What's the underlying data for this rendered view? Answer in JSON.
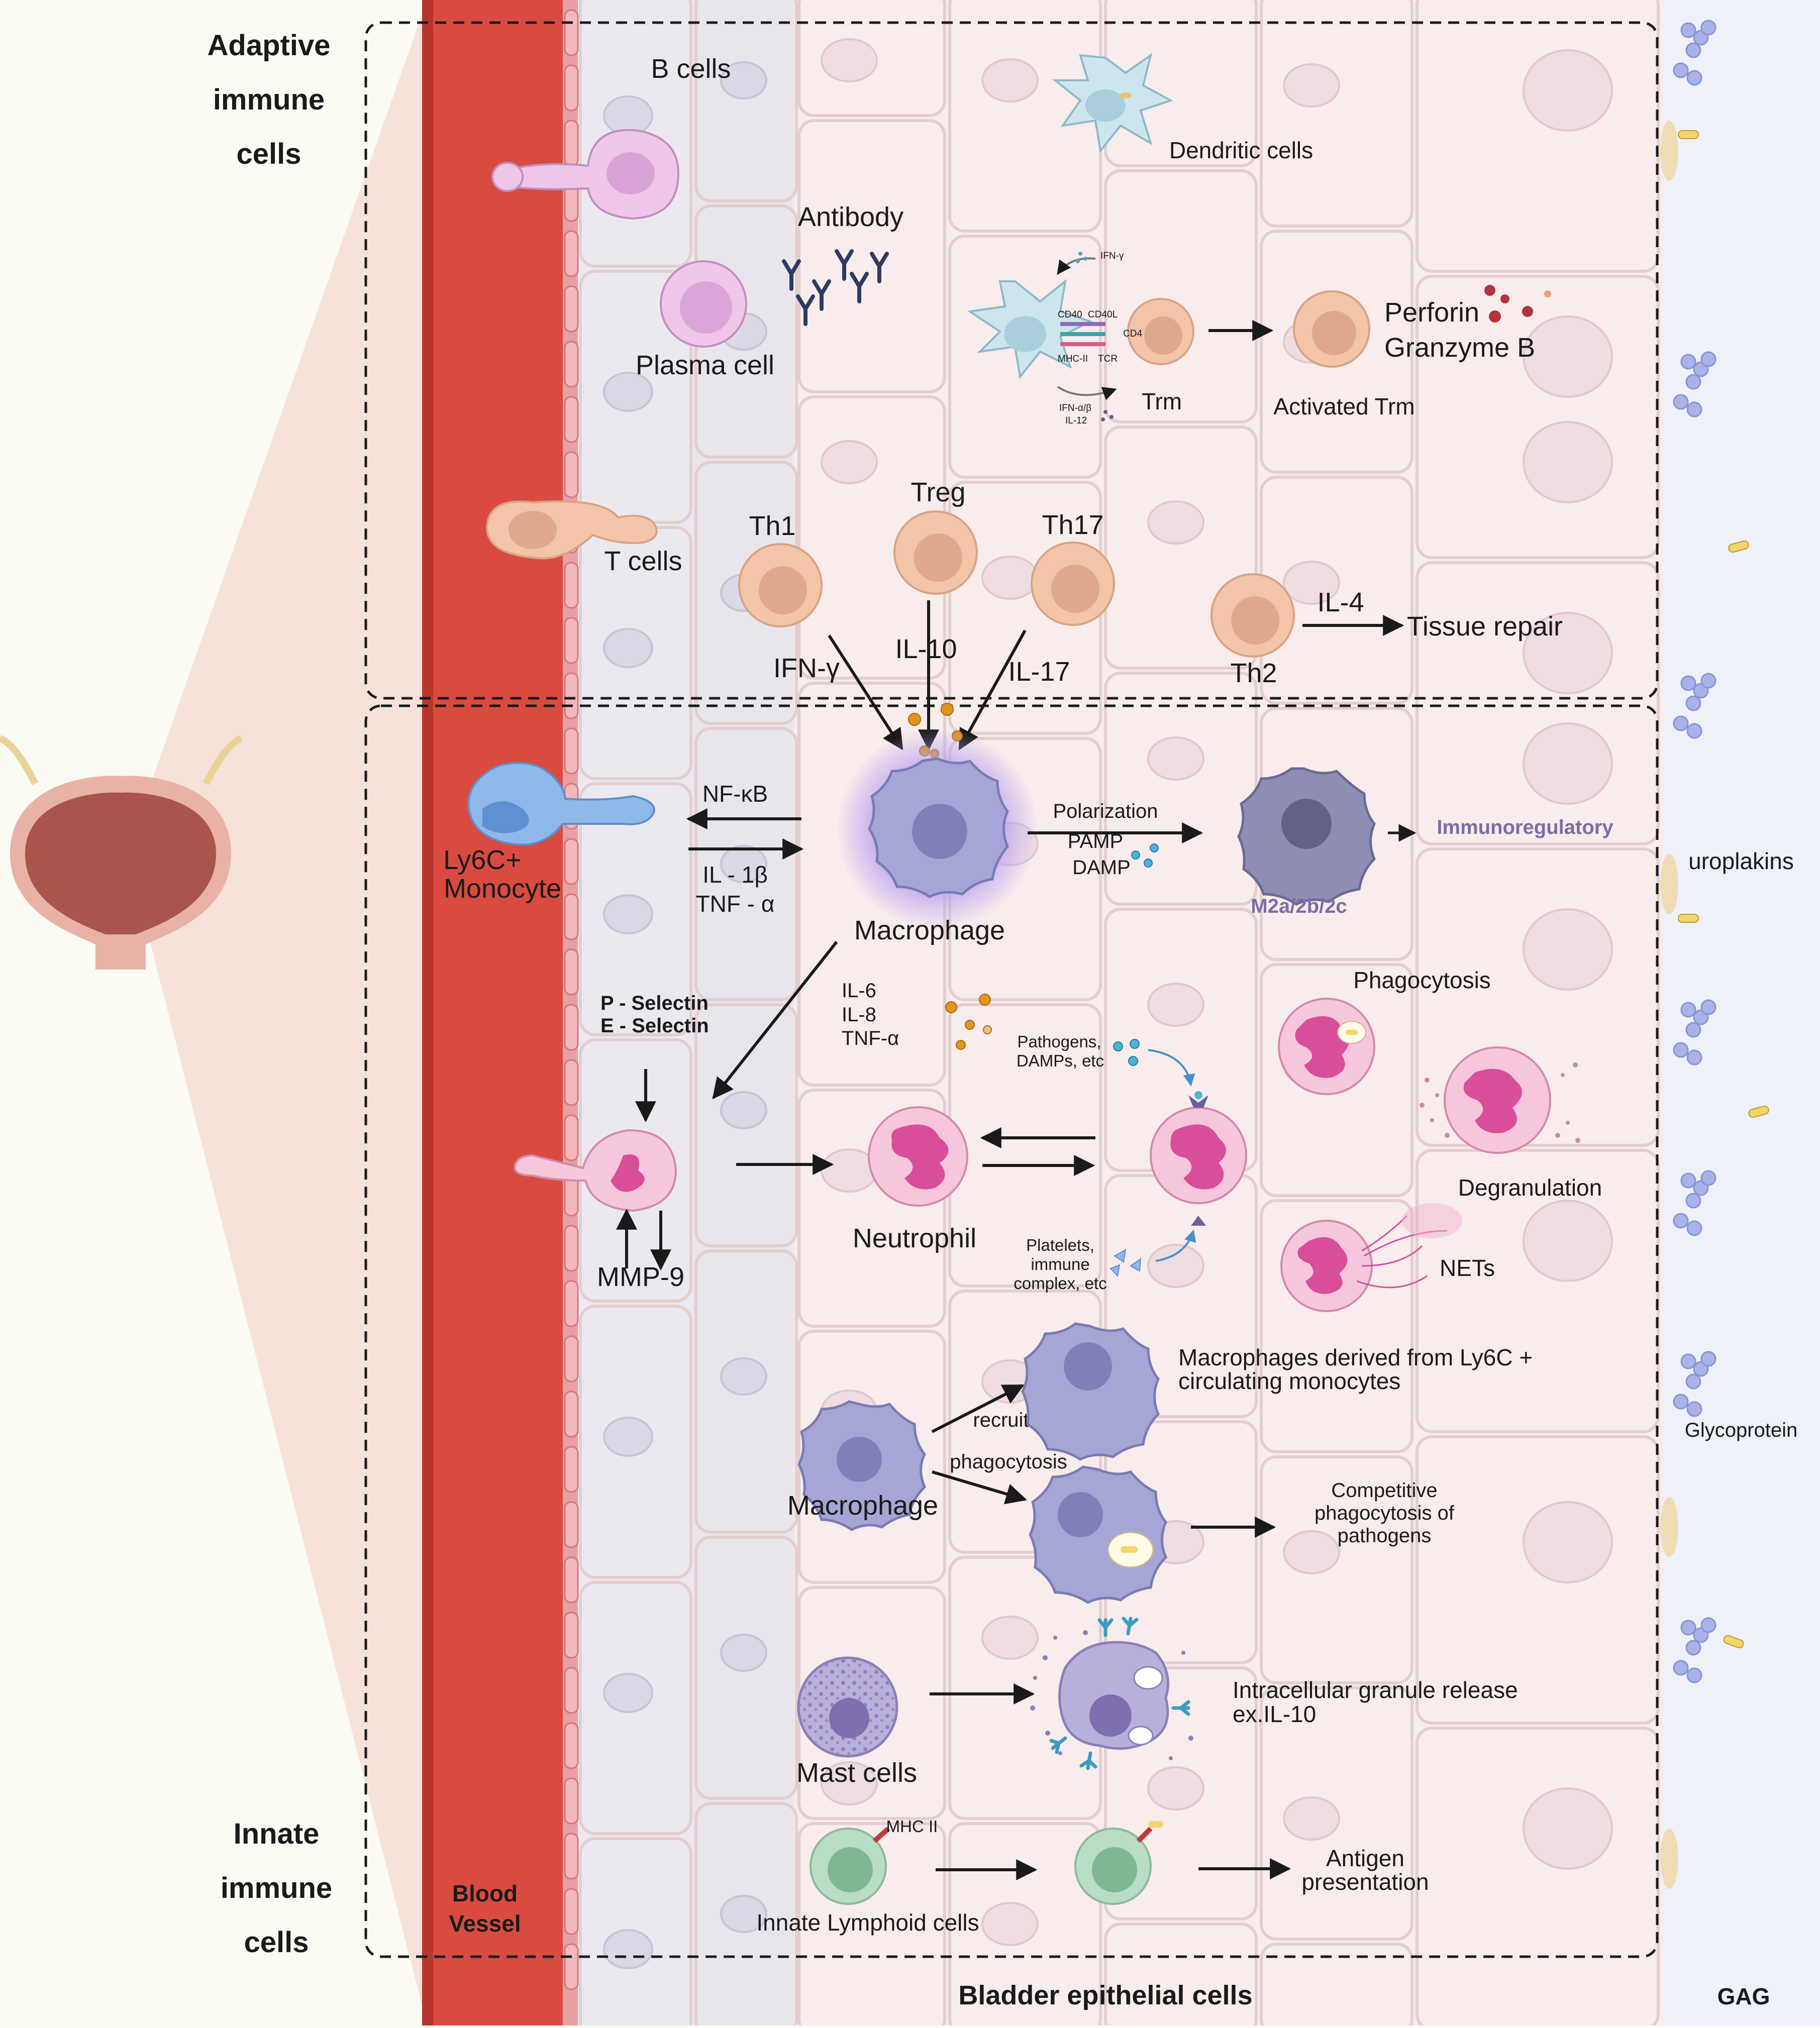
{
  "sections": {
    "adaptive_title": [
      "Adaptive",
      "immune",
      "cells"
    ],
    "innate_title": [
      "Innate",
      "immune",
      "cells"
    ],
    "blood_vessel": [
      "Blood",
      "Vessel"
    ],
    "epithelium": "Bladder epithelial cells",
    "gag": "GAG",
    "uroplakins": "uroplakins",
    "glycoprotein": "Glycoprotein"
  },
  "adaptive": {
    "b_cells": "B cells",
    "antibody": "Antibody",
    "plasma_cell": "Plasma cell",
    "dendritic_cells": "Dendritic cells",
    "t_cells": "T cells",
    "trm": "Trm",
    "activated_trm": "Activated Trm",
    "perforin": "Perforin",
    "granzyme": "Granzyme B",
    "th1": "Th1",
    "treg": "Treg",
    "th17": "Th17",
    "th2": "Th2",
    "il4": "IL-4",
    "tissue_repair": "Tissue repair",
    "ifn_gamma": "IFN-γ",
    "il10": "IL-10",
    "il17": "IL-17",
    "synapse": {
      "ifn_g": "IFN-γ",
      "cd40": "CD40",
      "cd40l": "CD40L",
      "cd4": "CD4",
      "mhc2": "MHC-II",
      "tcr": "TCR",
      "ifn_ab": "IFN-α/β",
      "il12": "IL-12"
    }
  },
  "innate": {
    "monocyte": [
      "Ly6C+",
      "Monocyte"
    ],
    "nfkb": "NF-κB",
    "il1b": "IL - 1β",
    "tnfa": "TNF - α",
    "macrophage": "Macrophage",
    "polarization": "Polarization",
    "pamp": "PAMP",
    "damp": "DAMP",
    "m2": "M2a/2b/2c",
    "immunoregulatory": "Immunoregulatory",
    "p_selectin": "P - Selectin",
    "e_selectin": "E - Selectin",
    "mmp9": "MMP-9",
    "cytokines": [
      "IL-6",
      "IL-8",
      "TNF-α"
    ],
    "pathogens": [
      "Pathogens,",
      "DAMPs, etc"
    ],
    "neutrophil": "Neutrophil",
    "platelets": [
      "Platelets,",
      "immune",
      "complex, etc"
    ],
    "phagocytosis_title": "Phagocytosis",
    "degranulation": "Degranulation",
    "nets": "NETs",
    "macrophage2": "Macrophage",
    "recruit": "recruit",
    "phagocytosis": "phagocytosis",
    "derived": [
      "Macrophages derived from Ly6C +",
      "circulating monocytes"
    ],
    "competitive": [
      "Competitive",
      "phagocytosis of",
      "pathogens"
    ],
    "mast_cells": "Mast cells",
    "granule_release": [
      "Intracellular granule release",
      "ex.IL-10"
    ],
    "ilc": "Innate Lymphoid cells",
    "mhc2": "MHC II",
    "antigen": [
      "Antigen",
      "presentation"
    ]
  },
  "colors": {
    "vessel": "#d94b40",
    "vessel_dark": "#b8352c",
    "macrophage": "#a6a6d6",
    "t_cell": "#f2c4a8",
    "neutrophil": "#f6c7dc",
    "dendritic": "#cde6ee",
    "plasma": "#efc5ea",
    "monocyte": "#8fb8ea",
    "ilc": "#b9dcc4"
  }
}
